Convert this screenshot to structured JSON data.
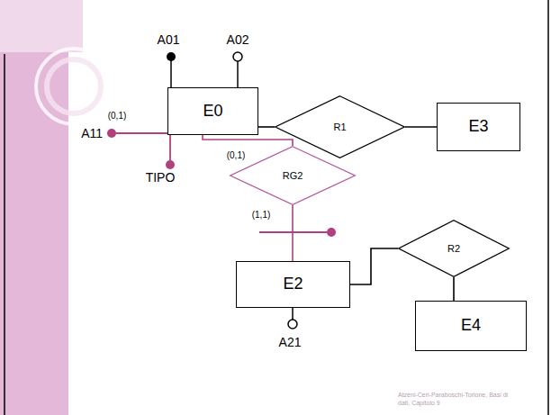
{
  "diagram": {
    "nodes": [
      {
        "text": [
          "E0"
        ]
      },
      {
        "text": [
          "R1"
        ]
      },
      {
        "text": [
          "E3"
        ]
      },
      {
        "text": [
          "RG2"
        ]
      },
      {
        "text": [
          "E2"
        ]
      },
      {
        "text": [
          "R2"
        ]
      },
      {
        "text": [
          "E4"
        ]
      }
    ],
    "edges": [
      {
        "from": 0,
        "to": 1,
        "arrow": "none"
      },
      {
        "from": 1,
        "to": 2,
        "arrow": "none"
      },
      {
        "from": 0,
        "to": 3,
        "arrow": "none"
      },
      {
        "from": 3,
        "to": 4,
        "arrow": "none"
      },
      {
        "from": 4,
        "to": 5,
        "arrow": "none"
      },
      {
        "from": 5,
        "to": 6,
        "arrow": "none"
      }
    ],
    "labels": [
      "A01",
      "A02",
      "A11",
      "(0,1)",
      "TIPO",
      "(0,1)",
      "(1,1)",
      "A21",
      "Atzeni-Ceri-Paraboschi-Torlone, Basi di dati, Capitolo 9"
    ]
  }
}
